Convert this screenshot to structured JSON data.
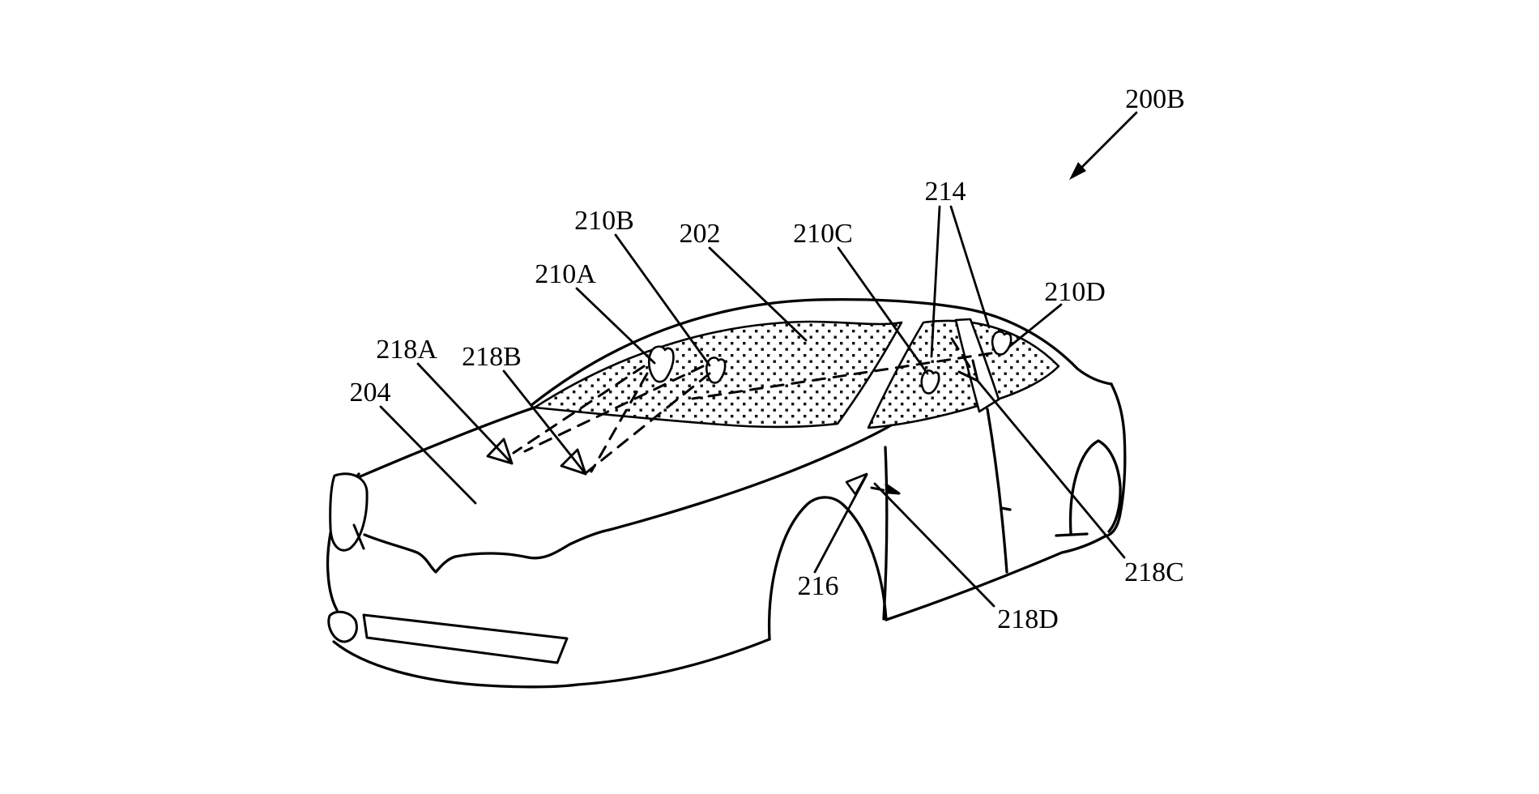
{
  "figure": {
    "background_color": "#ffffff",
    "ink_color": "#000000",
    "figure_reference": "200B",
    "labels": [
      {
        "id": "200B",
        "text": "200B"
      },
      {
        "id": "202",
        "text": "202"
      },
      {
        "id": "204",
        "text": "204"
      },
      {
        "id": "210A",
        "text": "210A"
      },
      {
        "id": "210B",
        "text": "210B"
      },
      {
        "id": "210C",
        "text": "210C"
      },
      {
        "id": "210D",
        "text": "210D"
      },
      {
        "id": "214",
        "text": "214"
      },
      {
        "id": "216",
        "text": "216"
      },
      {
        "id": "218A",
        "text": "218A"
      },
      {
        "id": "218B",
        "text": "218B"
      },
      {
        "id": "218C",
        "text": "218C"
      },
      {
        "id": "218D",
        "text": "218D"
      }
    ]
  }
}
